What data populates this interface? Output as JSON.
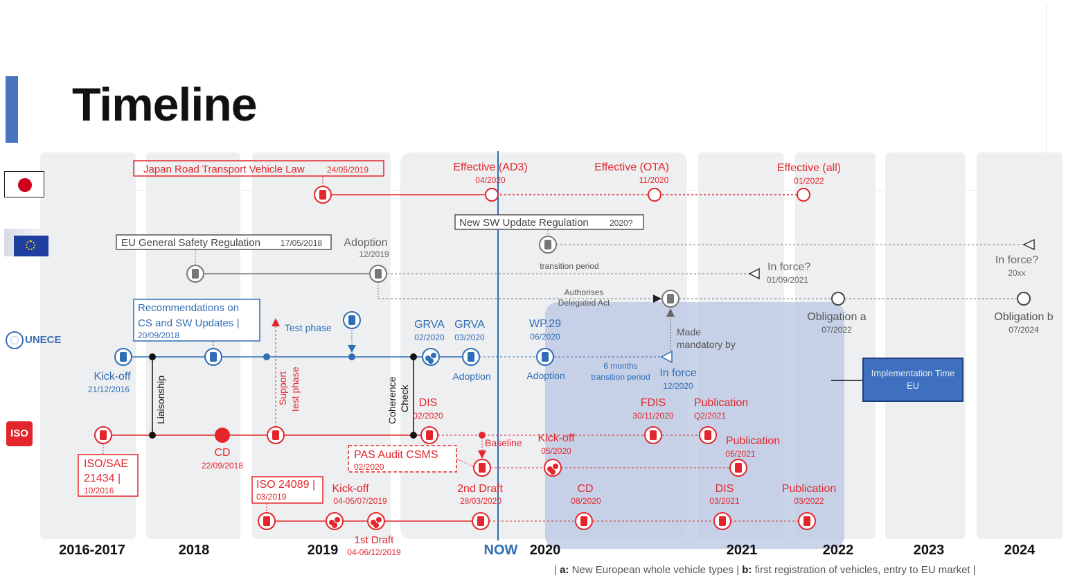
{
  "title": "Timeline",
  "columns": [
    "2016-2017",
    "2018",
    "2019",
    "NOW",
    "2020",
    "2021",
    "2022",
    "2023",
    "2024"
  ],
  "logos": {
    "japan": "japan-flag-icon",
    "eu": "european-commission-logo",
    "unece": "UNECE",
    "iso": "ISO"
  },
  "japan": {
    "law_label": "Japan Road Transport Vehicle Law",
    "law_date": "24/05/2019",
    "events": [
      {
        "label": "Effective (AD3)",
        "date": "04/2020"
      },
      {
        "label": "Effective (OTA)",
        "date": "11/2020"
      },
      {
        "label": "Effective (all)",
        "date": "01/2022"
      }
    ]
  },
  "eu": {
    "gsr_label": "EU General Safety Regulation",
    "gsr_date": "17/05/2018",
    "adoption_label": "Adoption",
    "adoption_date": "12/2019",
    "sw_label": "New SW Update Regulation",
    "sw_date": "2020?",
    "transition": "transition period",
    "inforce_label": "In force?",
    "inforce_date": "01/09/2021",
    "inforce2_label": "In force?",
    "inforce2_date": "20xx",
    "authorises1": "Authorises",
    "authorises2": "Delegated Act",
    "obligation_a": "Obligation a",
    "obligation_a_date": "07/2022",
    "obligation_b": "Obligation b",
    "obligation_b_date": "07/2024",
    "made_mandatory1": "Made",
    "made_mandatory2": "mandatory by"
  },
  "unece": {
    "rec_line1": "Recommendations on",
    "rec_line2": "CS and SW Updates |",
    "rec_date": "20/09/2018",
    "kickoff": "Kick-off",
    "kickoff_date": "21/12/2016",
    "liaisonship": "Liaisonship",
    "test_phase": "Test phase",
    "support1": "Support",
    "support2": "test phase",
    "coherence1": "Coherence",
    "coherence2": "Check",
    "grva1": "GRVA",
    "grva1_date": "02/2020",
    "grva2": "GRVA",
    "grva2_date": "03/2020",
    "adoption1": "Adoption",
    "wp29": "WP.29",
    "wp29_date": "06/2020",
    "adoption2": "Adoption",
    "months1": "6 months",
    "months2": "transition period",
    "inforce": "In force",
    "inforce_date": "12/2020"
  },
  "iso": {
    "sae_line1": "ISO/SAE",
    "sae_line2": "21434 |",
    "sae_date": "10/2016",
    "cd": "CD",
    "cd_date": "22/09/2018",
    "dis": "DIS",
    "dis_date": "02/2020",
    "baseline": "Baseline",
    "kickoff": "Kick-off",
    "kickoff_date": "05/2020",
    "fdis": "FDIS",
    "fdis_date": "30/11/2020",
    "publication": "Publication",
    "publication_date": "Q2/2021",
    "pas_label": "PAS Audit CSMS",
    "pas_date": "02/2020",
    "pas_pub": "Publication",
    "pas_pub_date": "05/2021",
    "iso24089": "ISO 24089 |",
    "iso24089_date": "03/2019",
    "kick24089": "Kick-off",
    "kick24089_date": "04-05/07/2019",
    "first_draft": "1st Draft",
    "first_draft_date": "04-06/12/2019",
    "second_draft": "2nd Draft",
    "second_draft_date": "28/03/2020",
    "cd2": "CD",
    "cd2_date": "08/2020",
    "dis2": "DIS",
    "dis2_date": "03/2021",
    "pub2": "Publication",
    "pub2_date": "03/2022"
  },
  "implementation": "Implementation Time EU",
  "footnote": {
    "a_key": "a:",
    "a_text": "New European whole vehicle types |",
    "b_key": "b:",
    "b_text": "first registration of vehicles, entry to EU market |"
  },
  "colors": {
    "red": "#e3262b",
    "blue": "#2f6db5",
    "gray": "#777777",
    "accent": "#4a74bf",
    "column": "#eeeff1",
    "highlight": "#b8c7e3"
  }
}
